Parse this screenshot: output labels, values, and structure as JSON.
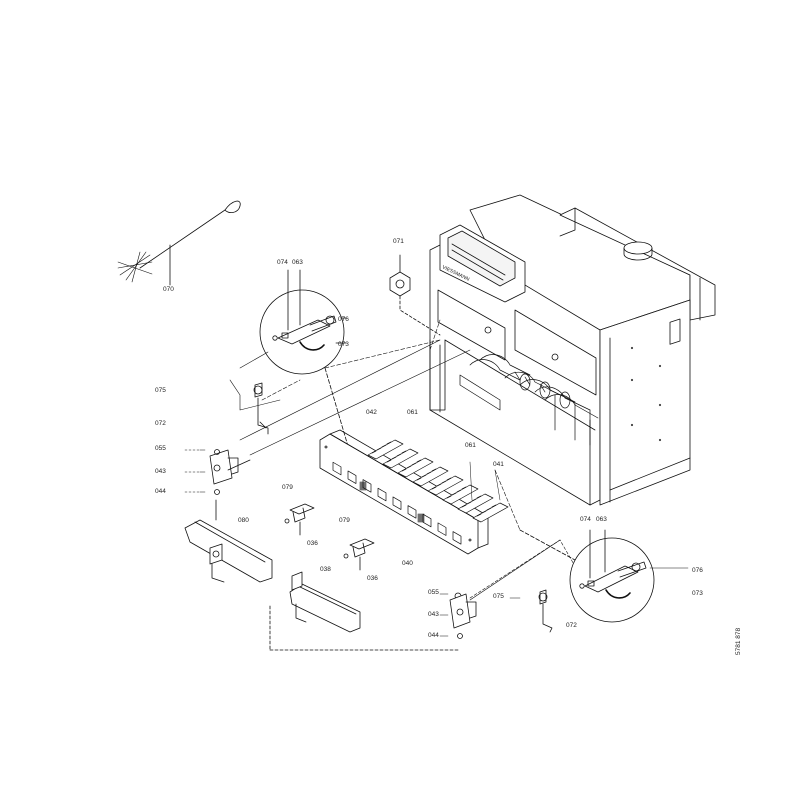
{
  "drawing": {
    "drawing_number": "5781 878",
    "brand_plate": "VIESSMANN"
  },
  "parts": [
    {
      "key": "p070",
      "label": "070"
    },
    {
      "key": "p074a",
      "label": "074"
    },
    {
      "key": "p063a",
      "label": "063"
    },
    {
      "key": "p076a",
      "label": "076"
    },
    {
      "key": "p073a",
      "label": "073"
    },
    {
      "key": "p071",
      "label": "071"
    },
    {
      "key": "p075a",
      "label": "075"
    },
    {
      "key": "p072a",
      "label": "072"
    },
    {
      "key": "p055a",
      "label": "055"
    },
    {
      "key": "p043a",
      "label": "043"
    },
    {
      "key": "p044a",
      "label": "044"
    },
    {
      "key": "p042",
      "label": "042"
    },
    {
      "key": "p061a",
      "label": "061"
    },
    {
      "key": "p061b",
      "label": "061"
    },
    {
      "key": "p041",
      "label": "041"
    },
    {
      "key": "p079a",
      "label": "079"
    },
    {
      "key": "p036a",
      "label": "036"
    },
    {
      "key": "p079b",
      "label": "079"
    },
    {
      "key": "p036b",
      "label": "036"
    },
    {
      "key": "p080",
      "label": "080"
    },
    {
      "key": "p038",
      "label": "038"
    },
    {
      "key": "p040",
      "label": "040"
    },
    {
      "key": "p055b",
      "label": "055"
    },
    {
      "key": "p043b",
      "label": "043"
    },
    {
      "key": "p044b",
      "label": "044"
    },
    {
      "key": "p075b",
      "label": "075"
    },
    {
      "key": "p072b",
      "label": "072"
    },
    {
      "key": "p074b",
      "label": "074"
    },
    {
      "key": "p063b",
      "label": "063"
    },
    {
      "key": "p076b",
      "label": "076"
    },
    {
      "key": "p073b",
      "label": "073"
    }
  ]
}
